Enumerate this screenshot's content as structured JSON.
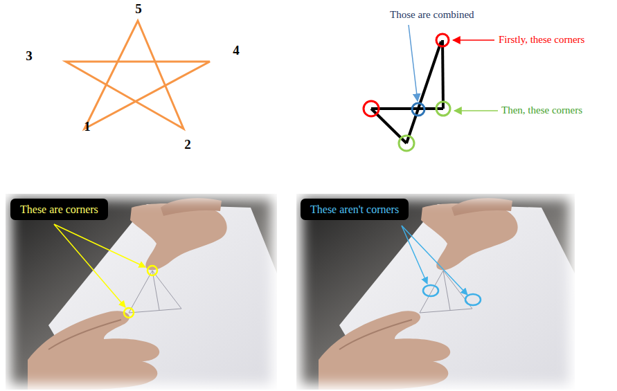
{
  "diagram": {
    "nodes": [
      {
        "text": [
          "These are corners"
        ]
      },
      {
        "text": [
          "These aren't corners"
        ]
      }
    ],
    "labels": [
      "5",
      "3",
      "4",
      "1",
      "2",
      "Those are combined",
      "Firstly, these corners",
      "Then, these corners"
    ]
  }
}
